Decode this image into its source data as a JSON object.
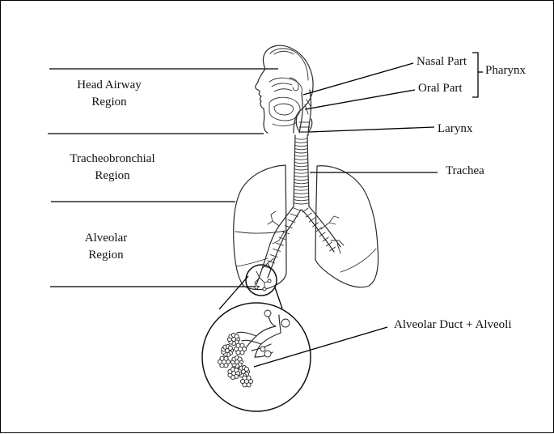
{
  "regions": {
    "head_airway": [
      "Head Airway",
      "Region"
    ],
    "tracheobronchial": [
      "Tracheobronchial",
      "Region"
    ],
    "alveolar": [
      "Alveolar",
      "Region"
    ]
  },
  "labels": {
    "nasal_part": "Nasal Part",
    "oral_part": "Oral Part",
    "pharynx": "Pharynx",
    "larynx": "Larynx",
    "trachea": "Trachea",
    "alveolar_duct": "Alveolar Duct + Alveoli"
  }
}
